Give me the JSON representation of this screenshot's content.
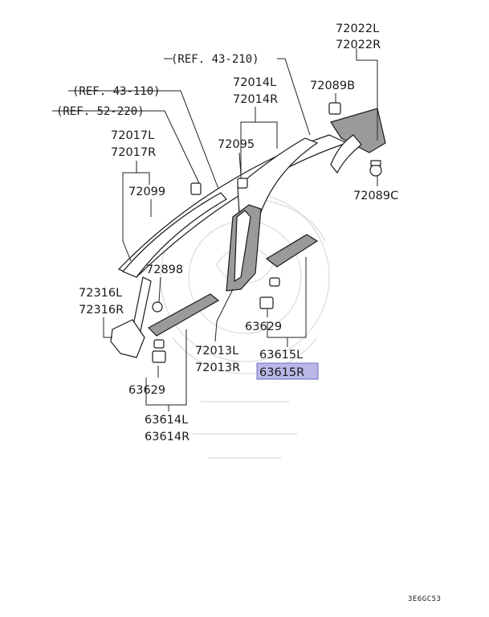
{
  "refs": {
    "ref_43_210": "(REF. 43-210)",
    "ref_43_110": "(REF. 43-110)",
    "ref_52_220": "(REF. 52-220)"
  },
  "parts": {
    "p72022L": "72022L",
    "p72022R": "72022R",
    "p72089B": "72089B",
    "p72089C": "72089C",
    "p72014L": "72014L",
    "p72014R": "72014R",
    "p72095": "72095",
    "p72017L": "72017L",
    "p72017R": "72017R",
    "p72099": "72099",
    "p72898": "72898",
    "p72316L": "72316L",
    "p72316R": "72316R",
    "p72013L": "72013L",
    "p72013R": "72013R",
    "p63629a": "63629",
    "p63629b": "63629",
    "p63615L": "63615L",
    "p63615R": "63615R",
    "p63614L": "63614L",
    "p63614R": "63614R"
  },
  "highlight_color": "#b9b8e6",
  "diagram_code": "3E6GC53"
}
